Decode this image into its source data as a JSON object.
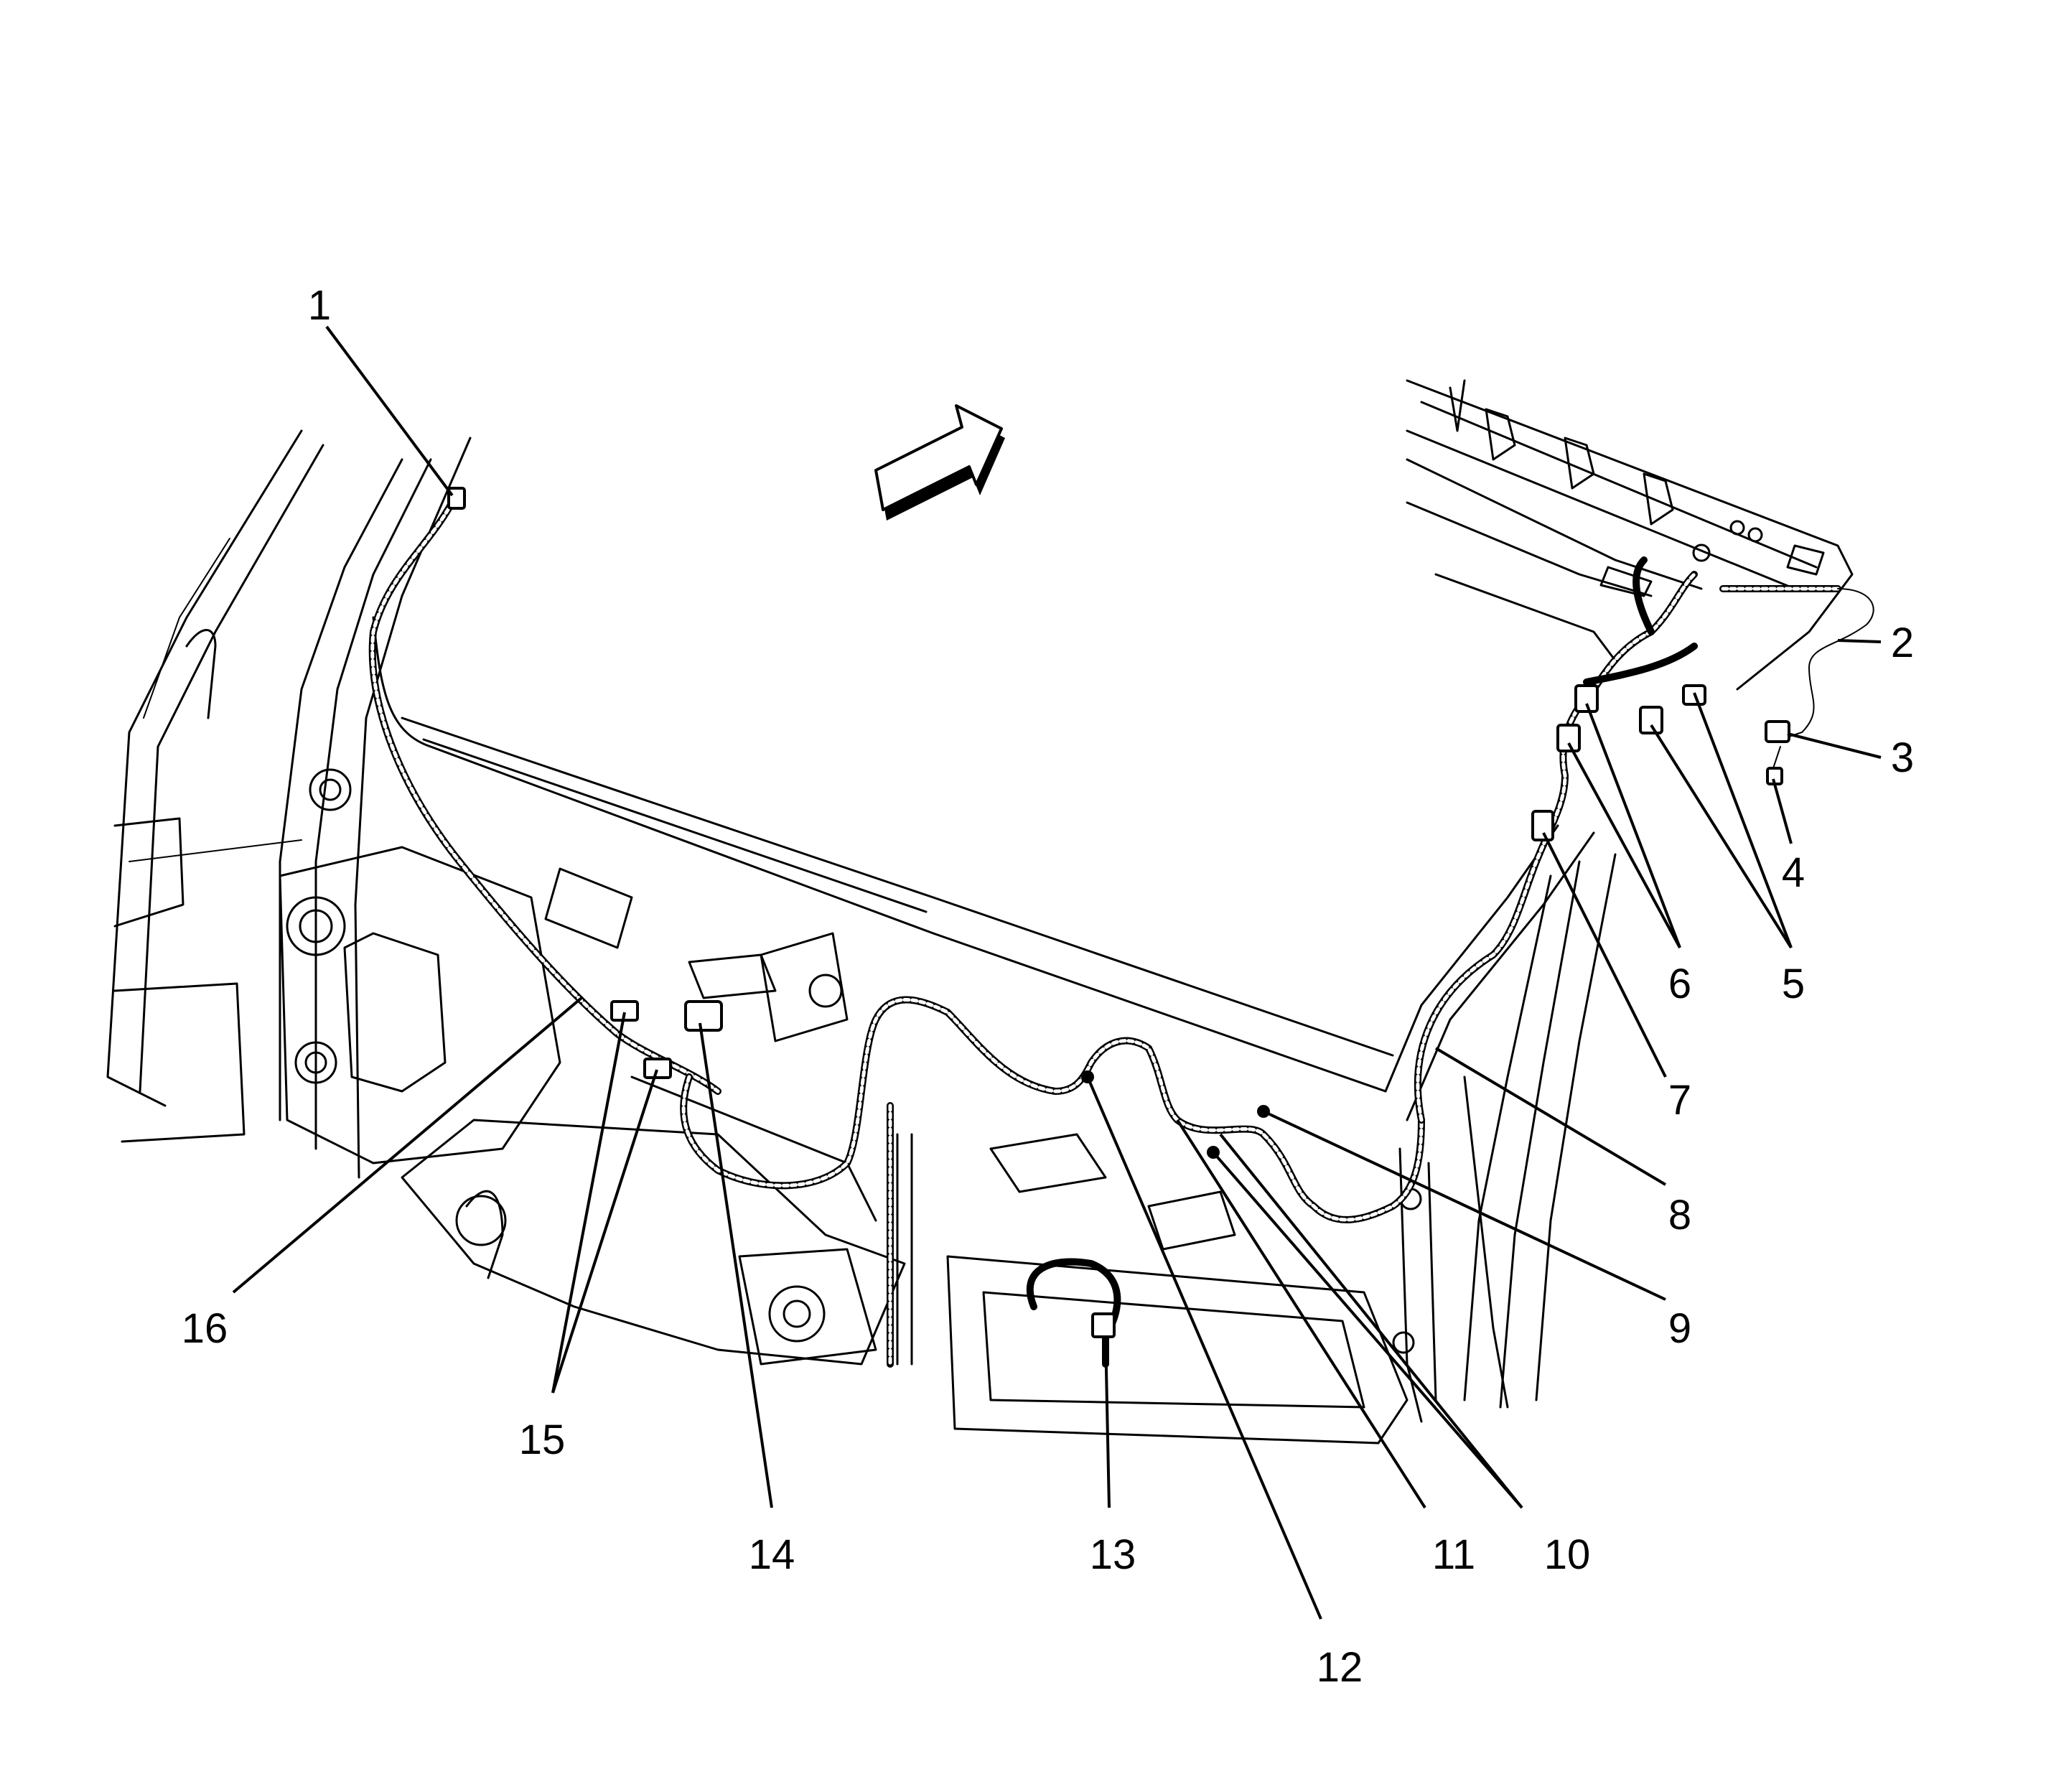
{
  "callouts": [
    {
      "id": "1",
      "label": "1"
    },
    {
      "id": "2",
      "label": "2"
    },
    {
      "id": "3",
      "label": "3"
    },
    {
      "id": "4",
      "label": "4"
    },
    {
      "id": "5",
      "label": "5"
    },
    {
      "id": "6",
      "label": "6"
    },
    {
      "id": "7",
      "label": "7"
    },
    {
      "id": "8",
      "label": "8"
    },
    {
      "id": "9",
      "label": "9"
    },
    {
      "id": "10",
      "label": "10"
    },
    {
      "id": "11",
      "label": "11"
    },
    {
      "id": "12",
      "label": "12"
    },
    {
      "id": "13",
      "label": "13"
    },
    {
      "id": "14",
      "label": "14"
    },
    {
      "id": "15",
      "label": "15"
    },
    {
      "id": "16",
      "label": "16"
    }
  ],
  "direction_arrow_icon": "forward-arrow-icon",
  "colors": {
    "line": "#000000",
    "background": "#ffffff"
  }
}
